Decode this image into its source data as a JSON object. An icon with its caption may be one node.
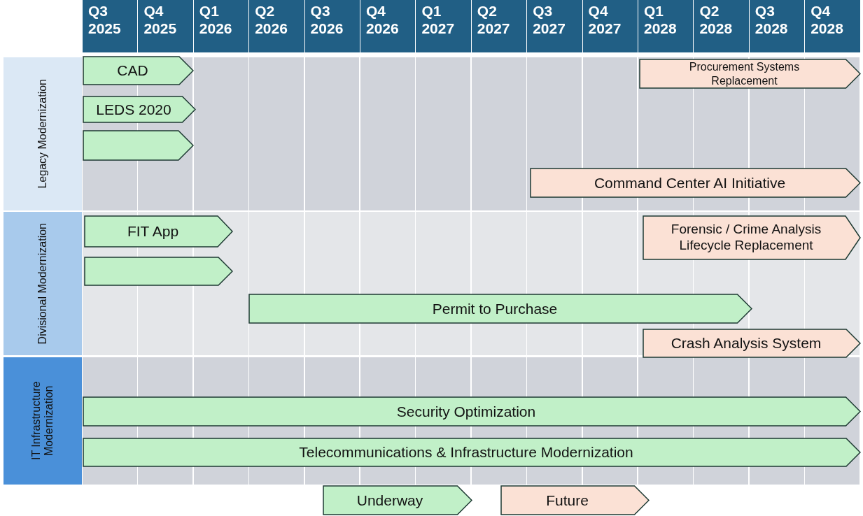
{
  "diagram": {
    "nodes": [
      {
        "text": [
          "Legacy Modernization"
        ]
      },
      {
        "text": [
          "CAD"
        ]
      },
      {
        "text": [
          "Procurement Systems Replacement"
        ]
      },
      {
        "text": [
          "LEDS 2020"
        ]
      },
      {
        "text": [],
        "shape": "bar"
      },
      {
        "text": [
          "Command Center AI Initiative"
        ]
      },
      {
        "text": [
          "Divisional Modernization"
        ]
      },
      {
        "text": [
          "FIT App"
        ]
      },
      {
        "text": [
          "Forensic / Crime Analysis Lifecycle Replacement"
        ]
      },
      {
        "text": [],
        "shape": "bar"
      },
      {
        "text": [
          "Permit to Purchase"
        ]
      },
      {
        "text": [
          "Crash Analysis System"
        ]
      },
      {
        "text": [
          "IT Infrastructure Modernization"
        ]
      },
      {
        "text": [
          "Security Optimization"
        ]
      },
      {
        "text": [
          "Telecommunications & Infrastructure Modernization"
        ]
      }
    ],
    "edges": [],
    "labels": [
      "Q3 2025",
      "Q4 2025",
      "Q1 2026",
      "Q2 2026",
      "Q3 2026",
      "Q4 2026",
      "Q1 2027",
      "Q2 2027",
      "Q3 2027",
      "Q4 2027",
      "Q1 2028",
      "Q2 2028",
      "Q3 2028",
      "Q4 2028"
    ],
    "legend": [
      {
        "text": "Underway",
        "color": "#c1f0c8"
      },
      {
        "text": "Future",
        "color": "#fbe1d5"
      }
    ]
  }
}
